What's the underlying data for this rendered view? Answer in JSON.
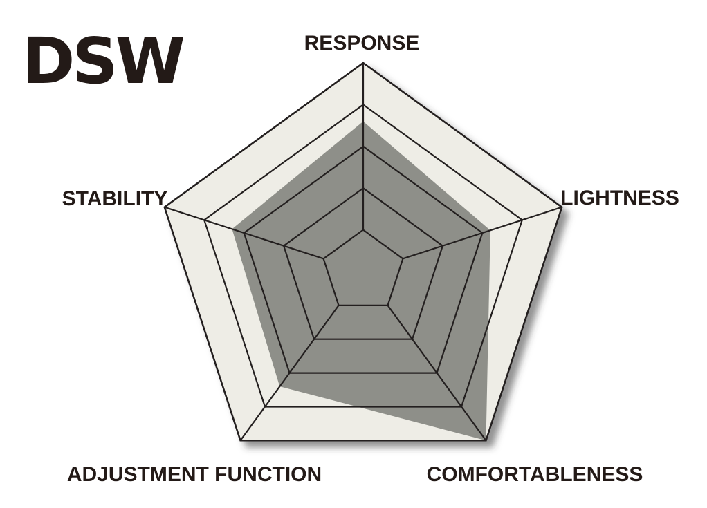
{
  "brand": {
    "logo_text": "DSW"
  },
  "colors": {
    "background": "#ffffff",
    "pentagon_fill": "#eeede6",
    "grid_stroke": "#231f1f",
    "data_fill": "#8e8f89",
    "text": "#231a17",
    "shadow": "#3a3a3a"
  },
  "chart_data": {
    "type": "radar",
    "title": "",
    "axes": [
      "RESPONSE",
      "LIGHTNESS",
      "COMFORTABLENESS",
      "ADJUSTMENT FUNCTION",
      "STABILITY"
    ],
    "scale_range": [
      0,
      5
    ],
    "grid_levels": [
      1,
      2,
      3,
      4,
      5
    ],
    "series": [
      {
        "values": [
          3.6,
          3.2,
          5.0,
          3.4,
          3.3
        ]
      }
    ],
    "grid": true,
    "legend": "none"
  }
}
